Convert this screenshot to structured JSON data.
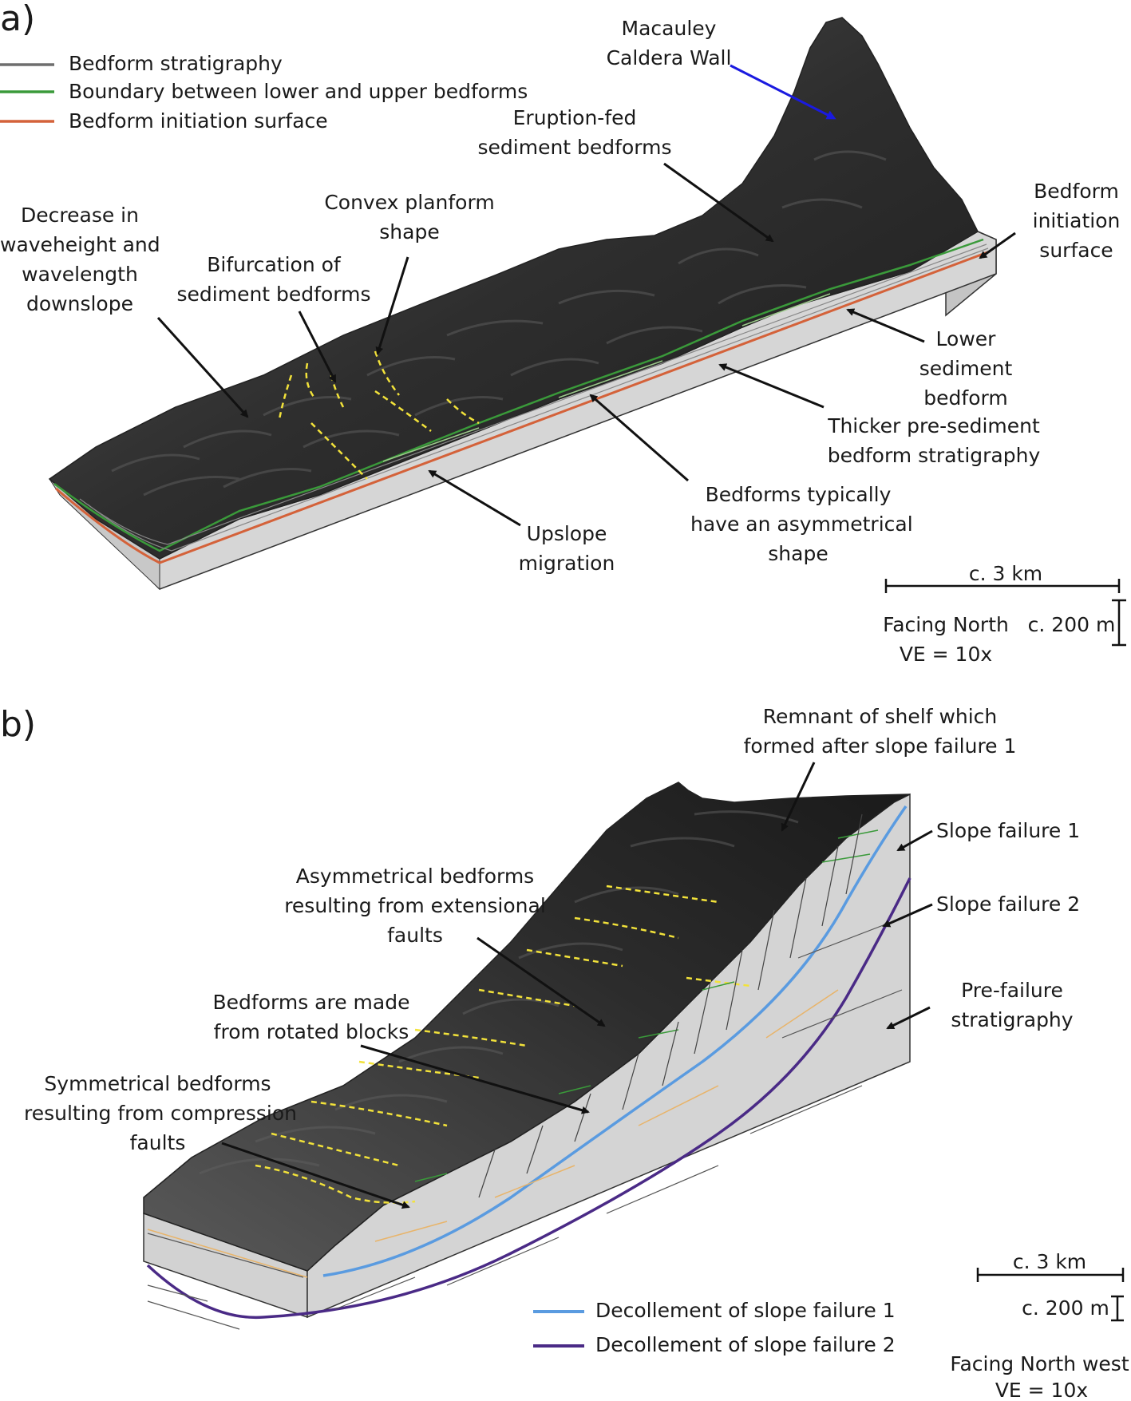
{
  "panel_a": {
    "label": "a)",
    "legend": [
      {
        "label": "Bedform stratigraphy",
        "color": "#6e6e6e"
      },
      {
        "label": "Boundary between lower and upper bedforms",
        "color": "#3a9a3a"
      },
      {
        "label": "Bedform initiation surface",
        "color": "#d4623a"
      }
    ],
    "annotations": {
      "macauley": [
        "Macauley",
        "Caldera Wall"
      ],
      "eruption": [
        "Eruption-fed",
        "sediment bedforms"
      ],
      "convex": [
        "Convex planform",
        "shape"
      ],
      "bifurcation": [
        "Bifurcation of",
        "sediment bedforms"
      ],
      "decrease": [
        "Decrease in",
        "waveheight and",
        "wavelength",
        "downslope"
      ],
      "initiation": [
        "Bedform",
        "initiation",
        "surface"
      ],
      "lower": [
        "Lower",
        "sediment",
        "bedform"
      ],
      "thicker": [
        "Thicker pre-sediment",
        "bedform stratigraphy"
      ],
      "asym": [
        "Bedforms typically",
        "have an asymmetrical",
        "shape"
      ],
      "upslope": [
        "Upslope",
        "migration"
      ]
    },
    "scale": {
      "horizontal": "c. 3 km",
      "vertical": "c. 200 m",
      "facing": "Facing North",
      "ve": "VE = 10x"
    }
  },
  "panel_b": {
    "label": "b)",
    "annotations": {
      "remnant": [
        "Remnant of shelf which",
        "formed after slope failure 1"
      ],
      "sf1": "Slope failure 1",
      "sf2": "Slope failure 2",
      "prefailure": [
        "Pre-failure",
        "stratigraphy"
      ],
      "asym": [
        "Asymmetrical bedforms",
        "resulting from extensional",
        "faults"
      ],
      "rotated": [
        "Bedforms are made",
        "from rotated blocks"
      ],
      "symm": [
        "Symmetrical bedforms",
        "resulting from compression",
        "faults"
      ]
    },
    "legend": [
      {
        "label": "Decollement of slope failure 1",
        "color": "#5a9be0"
      },
      {
        "label": "Decollement of slope failure 2",
        "color": "#4a2a86"
      }
    ],
    "scale": {
      "horizontal": "c. 3 km",
      "vertical": "c. 200 m",
      "facing": "Facing North west",
      "ve": "VE = 10x"
    }
  },
  "colors": {
    "terrain": "#2a2a2a",
    "block_side": "#d4d4d4",
    "arrow": "#111111",
    "blue_arrow": "#1a1ae0",
    "trace": "#f2e23a"
  }
}
